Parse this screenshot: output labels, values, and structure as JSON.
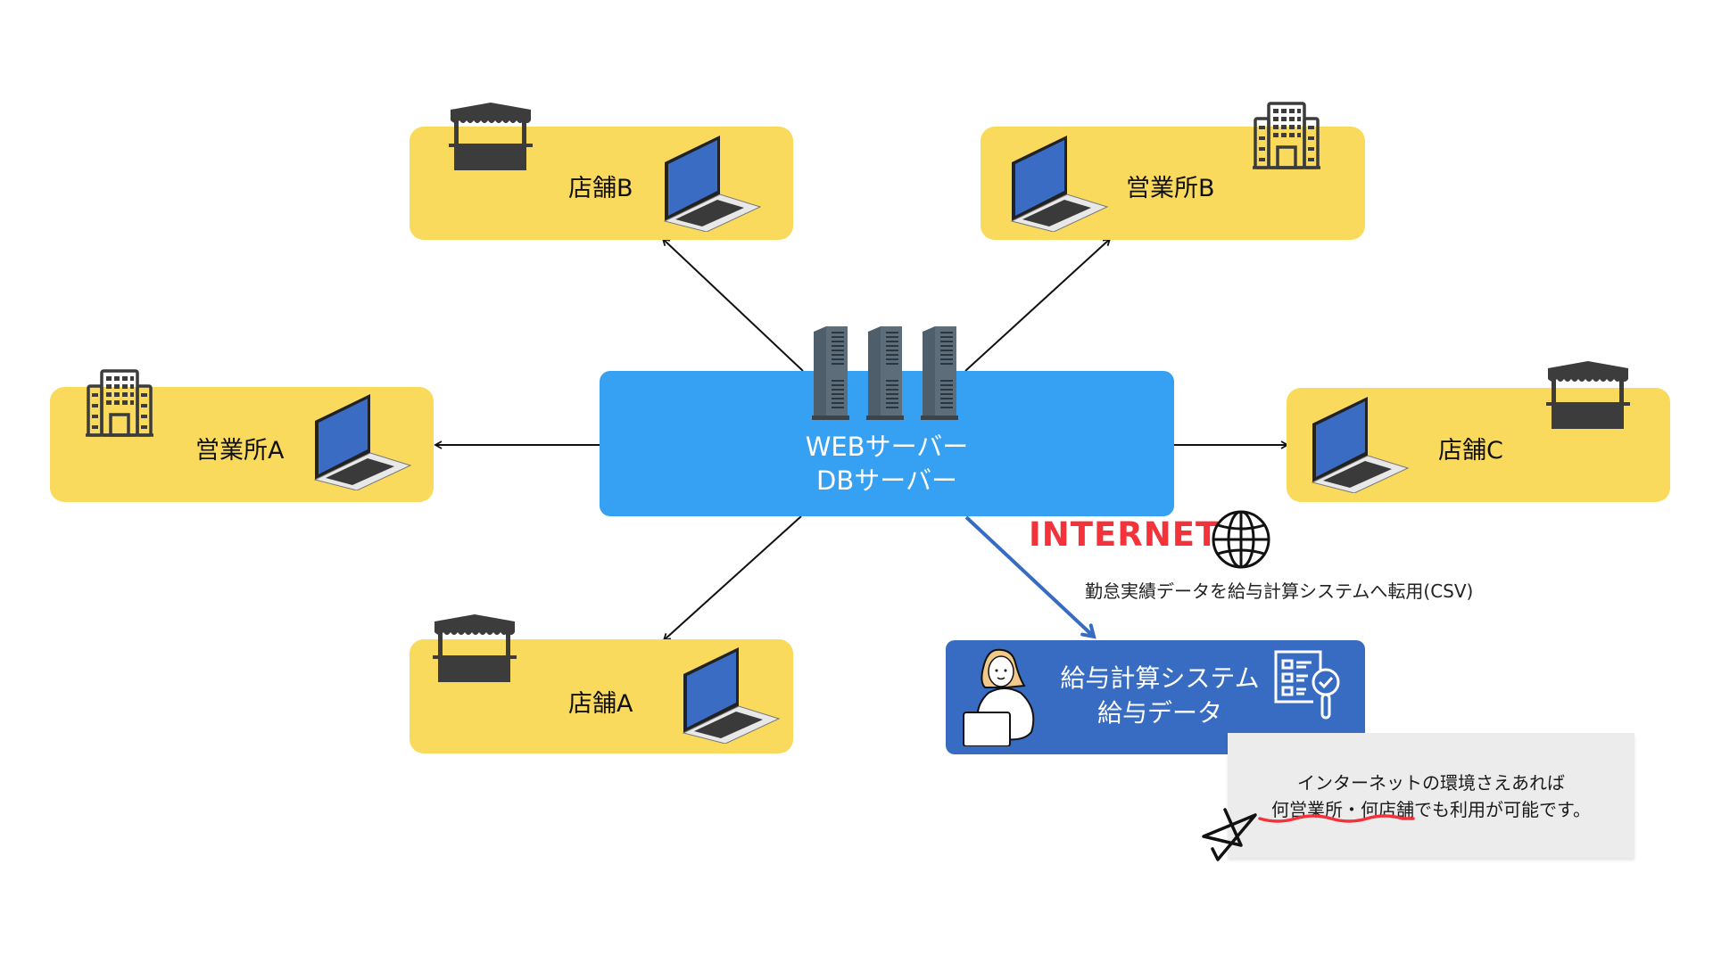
{
  "colors": {
    "node_fill": "#f9da5d",
    "server_fill": "#36a0f2",
    "payroll_fill": "#386cc2",
    "internet_red": "#f4323a",
    "note_fill": "#ececec",
    "connector": "#111111",
    "data_flow_arrow": "#386cc2",
    "laptop_screen": "#3a6cc4",
    "icon_dark": "#3c3c3c"
  },
  "central_server": {
    "icon": "server-rack-icon",
    "line1": "WEBサーバー",
    "line2": "DBサーバー"
  },
  "nodes": [
    {
      "id": "store-b",
      "label": "店舗B",
      "type": "store",
      "icon": "market-stall-icon",
      "device": "laptop-icon"
    },
    {
      "id": "office-b",
      "label": "営業所B",
      "type": "office",
      "icon": "office-building-icon",
      "device": "laptop-icon"
    },
    {
      "id": "office-a",
      "label": "営業所A",
      "type": "office",
      "icon": "office-building-icon",
      "device": "laptop-icon"
    },
    {
      "id": "store-c",
      "label": "店舗C",
      "type": "store",
      "icon": "market-stall-icon",
      "device": "laptop-icon"
    },
    {
      "id": "store-a",
      "label": "店舗A",
      "type": "store",
      "icon": "market-stall-icon",
      "device": "laptop-icon"
    }
  ],
  "internet": {
    "label": "INTERNET",
    "icon": "globe-icon",
    "caption": "勤怠実績データを給与計算システムへ転用(CSV)"
  },
  "payroll_system": {
    "line1": "給与計算システム",
    "line2": "給与データ",
    "person_icon": "person-with-laptop-icon",
    "doc_icon": "checklist-search-icon"
  },
  "note": {
    "line1": "インターネットの環境さえあれば",
    "line2": "何営業所・何店舗でも利用が可能です。",
    "highlight": "何営業所・何店舗",
    "decoration": "star-doodle-icon"
  }
}
